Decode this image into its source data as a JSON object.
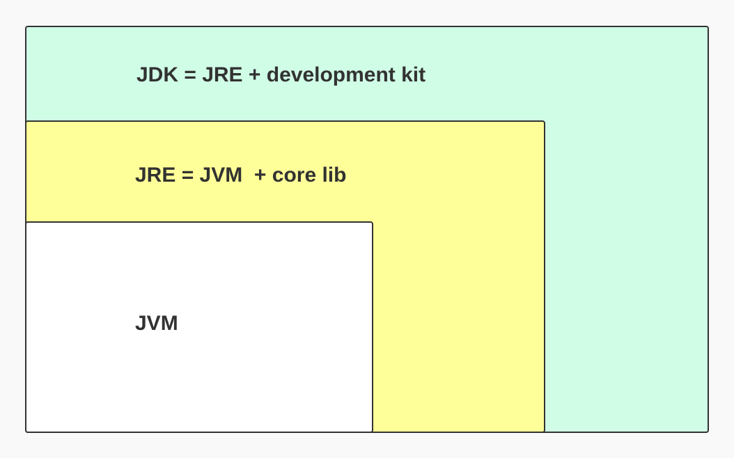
{
  "diagram": {
    "jdk": {
      "label": "JDK = JRE + development kit",
      "fill": "#d0fde6"
    },
    "jre": {
      "label": "JRE = JVM  + core lib",
      "fill": "#ffff99"
    },
    "jvm": {
      "label": "JVM",
      "fill": "#ffffff"
    },
    "border_color": "#323232",
    "background": "#f9f9f9"
  }
}
